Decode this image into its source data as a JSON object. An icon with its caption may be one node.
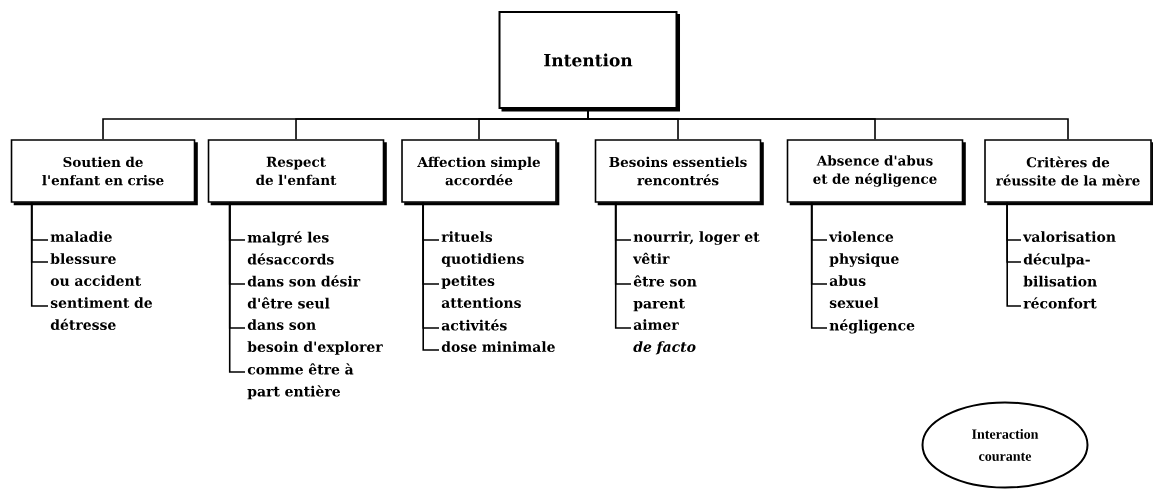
{
  "diagram": {
    "nodes": [
      {
        "text": [
          "Intention"
        ]
      },
      {
        "text": [
          "Soutien de l'enfant en crise"
        ]
      },
      {
        "text": [
          "Respect de l'enfant"
        ]
      },
      {
        "text": [
          "Affection simple accordée"
        ]
      },
      {
        "text": [
          "Besoins essentiels rencontrés"
        ]
      },
      {
        "text": [
          "Absence d'abus et de négligence"
        ]
      },
      {
        "text": [
          "Critères de réussite de la mère"
        ]
      },
      {
        "text": [
          "maladie"
        ]
      },
      {
        "text": [
          "blessure ou accident"
        ]
      },
      {
        "text": [
          "sentiment de détresse"
        ]
      },
      {
        "text": [
          "malgré les désaccords"
        ]
      },
      {
        "text": [
          "dans son désir d'être seul"
        ]
      },
      {
        "text": [
          "dans son besoin d'explorer"
        ]
      },
      {
        "text": [
          "comme être à part entière"
        ]
      },
      {
        "text": [
          "rituels quotidiens"
        ]
      },
      {
        "text": [
          "petites attentions"
        ]
      },
      {
        "text": [
          "activités"
        ]
      },
      {
        "text": [
          "dose minimale"
        ]
      },
      {
        "text": [
          "nourrir, loger et vêtir"
        ]
      },
      {
        "text": [
          "être son parent"
        ]
      },
      {
        "text": [
          "aimer *de facto*"
        ]
      },
      {
        "text": [
          "violence physique"
        ]
      },
      {
        "text": [
          "abus sexuel"
        ]
      },
      {
        "text": [
          "négligence"
        ]
      },
      {
        "text": [
          "valorisation"
        ]
      },
      {
        "text": [
          "déculpa-bilisation"
        ]
      },
      {
        "text": [
          "réconfort"
        ]
      },
      {
        "text": [
          "Interaction courante"
        ]
      }
    ],
    "edges": [
      {
        "from": 0,
        "to": 1,
        "arrow": "none"
      },
      {
        "from": 0,
        "to": 2,
        "arrow": "none"
      },
      {
        "from": 0,
        "to": 3,
        "arrow": "none"
      },
      {
        "from": 0,
        "to": 4,
        "arrow": "none"
      },
      {
        "from": 0,
        "to": 5,
        "arrow": "none"
      },
      {
        "from": 0,
        "to": 6,
        "arrow": "none"
      },
      {
        "from": 1,
        "to": 7,
        "arrow": "none"
      },
      {
        "from": 1,
        "to": 8,
        "arrow": "none"
      },
      {
        "from": 1,
        "to": 9,
        "arrow": "none"
      },
      {
        "from": 2,
        "to": 10,
        "arrow": "none"
      },
      {
        "from": 2,
        "to": 11,
        "arrow": "none"
      },
      {
        "from": 2,
        "to": 12,
        "arrow": "none"
      },
      {
        "from": 2,
        "to": 13,
        "arrow": "none"
      },
      {
        "from": 3,
        "to": 14,
        "arrow": "none"
      },
      {
        "from": 3,
        "to": 15,
        "arrow": "none"
      },
      {
        "from": 3,
        "to": 16,
        "arrow": "none"
      },
      {
        "from": 3,
        "to": 17,
        "arrow": "none"
      },
      {
        "from": 4,
        "to": 18,
        "arrow": "none"
      },
      {
        "from": 4,
        "to": 19,
        "arrow": "none"
      },
      {
        "from": 4,
        "to": 20,
        "arrow": "none"
      },
      {
        "from": 5,
        "to": 21,
        "arrow": "none"
      },
      {
        "from": 5,
        "to": 22,
        "arrow": "none"
      },
      {
        "from": 5,
        "to": 23,
        "arrow": "none"
      },
      {
        "from": 6,
        "to": 24,
        "arrow": "none"
      },
      {
        "from": 6,
        "to": 25,
        "arrow": "none"
      },
      {
        "from": 6,
        "to": 26,
        "arrow": "none"
      }
    ]
  }
}
